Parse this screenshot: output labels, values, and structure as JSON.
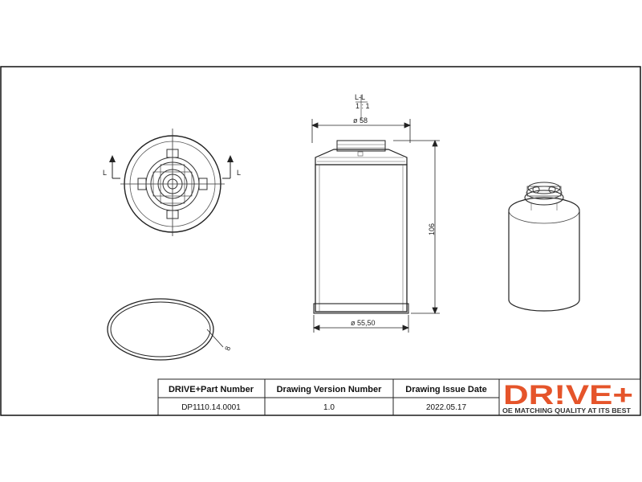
{
  "dimensions": {
    "section_label_top": "L-L",
    "section_label_bottom": "1 : 1",
    "top_diameter": "ø 58",
    "height": "106",
    "bottom_diameter": "ø 55,50",
    "section_marker_left": "L",
    "section_marker_right": "L",
    "oring_callout": "8"
  },
  "title_block": {
    "headers": {
      "part_number": "DRIVE+Part Number",
      "drawing_version": "Drawing Version Number",
      "issue_date": "Drawing Issue Date"
    },
    "values": {
      "part_number": "DP1110.14.0001",
      "drawing_version": "1.0",
      "issue_date": "2022.05.17"
    }
  },
  "logo": {
    "wordmark": "DR!VE+",
    "tagline": "OE MATCHING QUALITY AT ITS BEST",
    "color": "#e5542a"
  }
}
